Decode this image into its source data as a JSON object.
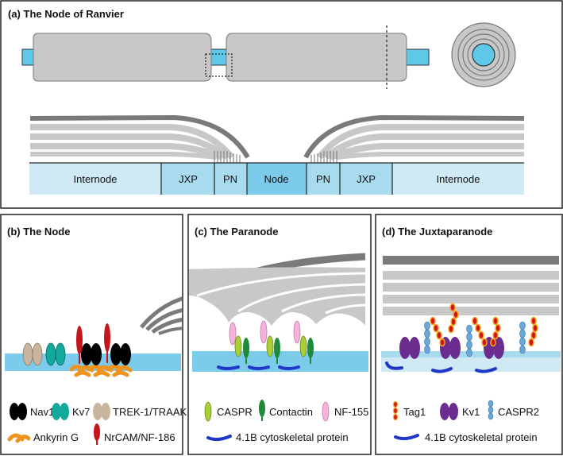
{
  "panel_a": {
    "title": "(a) The Node of Ranvier",
    "segments": [
      "Internode",
      "JXP",
      "PN",
      "Node",
      "PN",
      "JXP",
      "Internode"
    ]
  },
  "panel_b": {
    "title": "(b) The Node",
    "legend": {
      "nav1": "Nav1",
      "kv7": "Kv7",
      "trek": "TREK-1/TRAAK",
      "ankyrin": "Ankyrin G",
      "nrcam": "NrCAM/NF-186"
    }
  },
  "panel_c": {
    "title": "(c) The Paranode",
    "legend": {
      "caspr": "CASPR",
      "contactin": "Contactin",
      "nf155": "NF-155",
      "protein": "4.1B cytoskeletal protein"
    }
  },
  "panel_d": {
    "title": "(d) The Juxtaparanode",
    "legend": {
      "tag1": "Tag1",
      "kv1": "Kv1",
      "caspr2": "CASPR2",
      "protein": "4.1B cytoskeletal protein"
    }
  },
  "colors": {
    "axon_blue": "#5ec8e8",
    "light_blue": "#cfe9f5",
    "node_blue": "#7ccbea",
    "myelin_gray": "#c8c8c8",
    "dark_gray": "#7a7a7a",
    "nav1": "#000000",
    "kv7": "#13a99c",
    "trek": "#c8b59e",
    "ankyrin": "#f0931f",
    "nrcam": "#c4161c",
    "caspr": "#a9cf38",
    "contactin": "#1f8a3a",
    "nf155": "#f4b3da",
    "protein": "#2038c8",
    "kv1": "#6b2c8f",
    "caspr2": "#6aa8d9",
    "tag1": "#d2141c"
  }
}
